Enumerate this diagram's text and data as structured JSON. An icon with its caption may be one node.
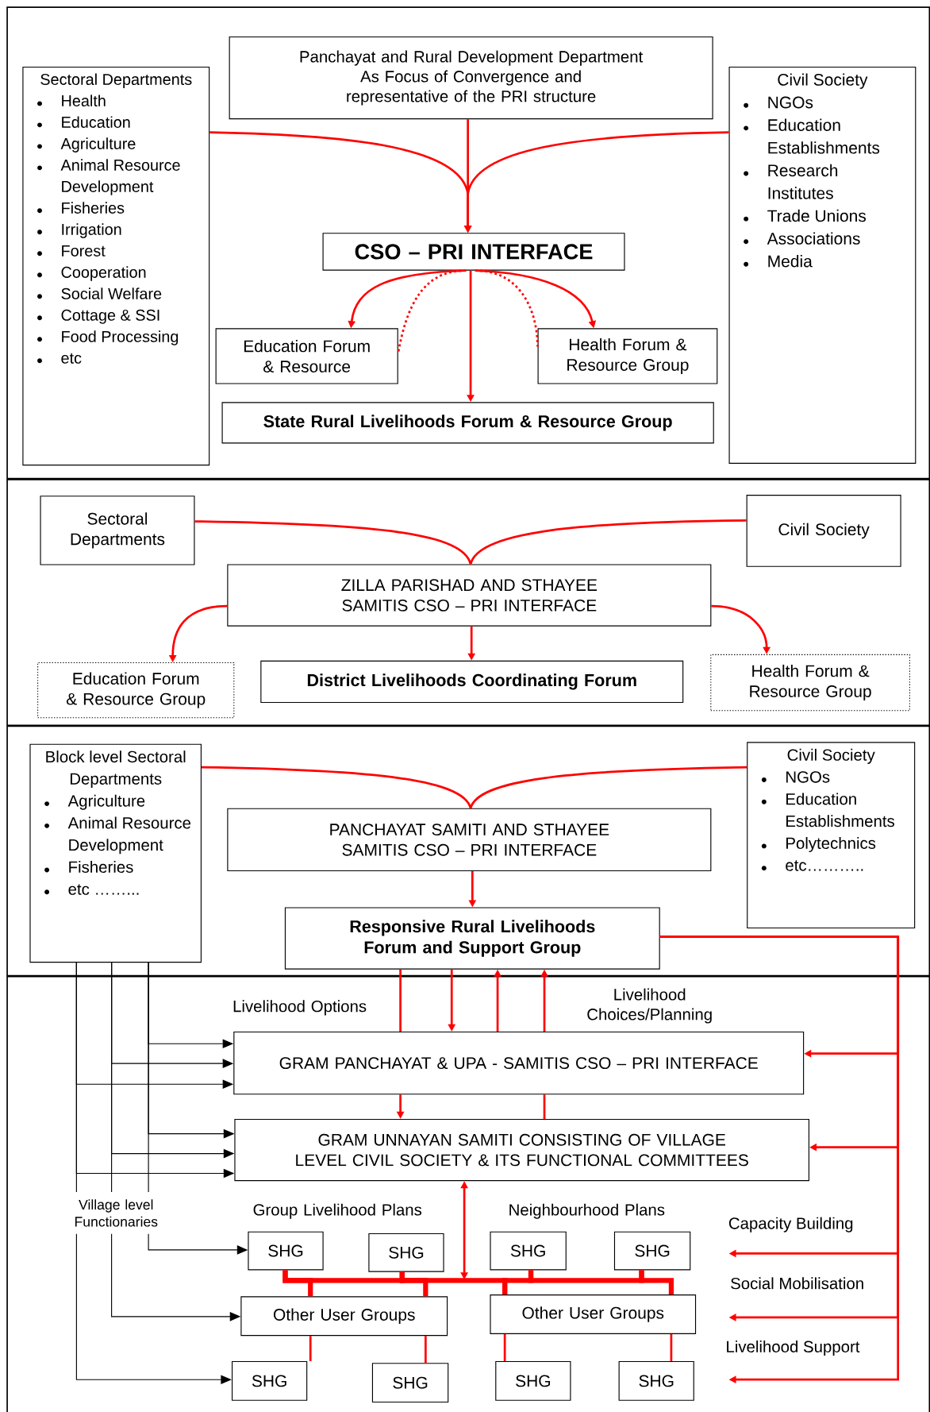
{
  "diagram": {
    "nodes": [
      {
        "text": [
          "Sectoral Departments",
          "Health",
          "Education",
          "Agriculture",
          "Animal Resource Development",
          "Fisheries",
          "Irrigation",
          "Forest",
          "Cooperation",
          "Social Welfare",
          "Cottage & SSI",
          "Food Processing",
          "etc"
        ]
      },
      {
        "text": [
          "Panchayat and Rural Development Department",
          "As Focus of Convergence and representative of the PRI structure"
        ]
      },
      {
        "text": [
          "Civil Society",
          "NGOs",
          "Education Establishments",
          "Research Institutes",
          "Trade Unions",
          "Associations",
          "Media"
        ]
      },
      {
        "text": [
          "CSO – PRI INTERFACE"
        ]
      },
      {
        "text": [
          "Education Forum & Resource"
        ]
      },
      {
        "text": [
          "Health Forum & Resource Group"
        ]
      },
      {
        "text": [
          "State Rural Livelihoods Forum & Resource Group"
        ]
      },
      {
        "text": [
          "Sectoral Departments"
        ]
      },
      {
        "text": [
          "Civil Society"
        ]
      },
      {
        "text": [
          "ZILLA PARISHAD AND STHAYEE SAMITIS CSO – PRI INTERFACE"
        ]
      },
      {
        "text": [
          "Education Forum & Resource Group"
        ]
      },
      {
        "text": [
          "District Livelihoods Coordinating Forum"
        ]
      },
      {
        "text": [
          "Health Forum & Resource Group"
        ]
      },
      {
        "text": [
          "Block level Sectoral Departments",
          "Agriculture",
          "Animal Resource Development",
          "Fisheries",
          "etc ……..."
        ]
      },
      {
        "text": [
          "Civil Society",
          "NGOs",
          "Education Establishments",
          "Polytechnics",
          "etc……….."
        ]
      },
      {
        "text": [
          "PANCHAYAT SAMITI AND STHAYEE SAMITIS CSO – PRI INTERFACE"
        ]
      },
      {
        "text": [
          "Responsive Rural Livelihoods Forum and Support Group"
        ]
      },
      {
        "text": [
          "GRAM PANCHAYAT & UPA - SAMITIS CSO – PRI INTERFACE"
        ]
      },
      {
        "text": [
          "GRAM UNNAYAN SAMITI CONSISTING OF VILLAGE LEVEL CIVIL SOCIETY & ITS FUNCTIONAL COMMITTEES"
        ]
      },
      {
        "text": [
          "SHG"
        ]
      },
      {
        "text": [
          "SHG"
        ]
      },
      {
        "text": [
          "SHG"
        ]
      },
      {
        "text": [
          "SHG"
        ]
      },
      {
        "text": [
          "Other User Groups"
        ]
      },
      {
        "text": [
          "Other User Groups"
        ]
      },
      {
        "text": [
          "SHG"
        ]
      },
      {
        "text": [
          "SHG"
        ]
      },
      {
        "text": [
          "SHG"
        ]
      },
      {
        "text": [
          "SHG"
        ]
      },
      {
        "text": [
          "Village level Functionaries"
        ]
      }
    ],
    "edges": [
      {
        "from": 0,
        "to": 3,
        "arrow": "to"
      },
      {
        "from": 1,
        "to": 3,
        "arrow": "to"
      },
      {
        "from": 2,
        "to": 3,
        "arrow": "to"
      },
      {
        "from": 3,
        "to": 4,
        "arrow": "to"
      },
      {
        "from": 3,
        "to": 5,
        "arrow": "to"
      },
      {
        "from": 3,
        "to": 6,
        "arrow": "to"
      },
      {
        "from": 3,
        "to": 4,
        "arrow": "none",
        "style": "dashed"
      },
      {
        "from": 3,
        "to": 5,
        "arrow": "none",
        "style": "dashed"
      },
      {
        "from": 7,
        "to": 9,
        "arrow": "none"
      },
      {
        "from": 8,
        "to": 9,
        "arrow": "none"
      },
      {
        "from": 9,
        "to": 10,
        "arrow": "to"
      },
      {
        "from": 9,
        "to": 11,
        "arrow": "to"
      },
      {
        "from": 9,
        "to": 12,
        "arrow": "to"
      },
      {
        "from": 13,
        "to": 15,
        "arrow": "none"
      },
      {
        "from": 14,
        "to": 15,
        "arrow": "none"
      },
      {
        "from": 15,
        "to": 16,
        "arrow": "to"
      },
      {
        "from": 16,
        "to": 17,
        "arrow": "none"
      },
      {
        "from": 16,
        "to": 17,
        "arrow": "to"
      },
      {
        "from": 17,
        "to": 16,
        "arrow": "to"
      },
      {
        "from": 17,
        "to": 16,
        "arrow": "to"
      },
      {
        "from": 17,
        "to": 18,
        "arrow": "to"
      },
      {
        "from": 18,
        "to": 17,
        "arrow": "none"
      },
      {
        "from": 16,
        "to": 17,
        "arrow": "to"
      },
      {
        "from": 16,
        "to": 18,
        "arrow": "to"
      },
      {
        "from": 16,
        "to": null,
        "arrow": "to",
        "label": "Capacity Building"
      },
      {
        "from": 16,
        "to": null,
        "arrow": "to",
        "label": "Social Mobilisation"
      },
      {
        "from": 16,
        "to": null,
        "arrow": "to",
        "label": "Livelihood Support"
      },
      {
        "from": 18,
        "to": null,
        "arrow": "both"
      },
      {
        "from": 19,
        "to": 23,
        "arrow": "none",
        "style": "thick"
      },
      {
        "from": 19,
        "to": 20,
        "arrow": "none",
        "style": "thick"
      },
      {
        "from": 20,
        "to": 23,
        "arrow": "none",
        "style": "thick"
      },
      {
        "from": 20,
        "to": 24,
        "arrow": "none",
        "style": "thick"
      },
      {
        "from": 21,
        "to": 24,
        "arrow": "none",
        "style": "thick"
      },
      {
        "from": 21,
        "to": 22,
        "arrow": "none",
        "style": "thick"
      },
      {
        "from": 22,
        "to": 24,
        "arrow": "none",
        "style": "thick"
      },
      {
        "from": 23,
        "to": 25,
        "arrow": "none"
      },
      {
        "from": 23,
        "to": 26,
        "arrow": "none"
      },
      {
        "from": 24,
        "to": 27,
        "arrow": "none"
      },
      {
        "from": 24,
        "to": 28,
        "arrow": "none"
      },
      {
        "from": 13,
        "to": 17,
        "arrow": "to",
        "color": "#000000"
      },
      {
        "from": 13,
        "to": 17,
        "arrow": "to",
        "color": "#000000"
      },
      {
        "from": 13,
        "to": 17,
        "arrow": "to",
        "color": "#000000"
      },
      {
        "from": 13,
        "to": 18,
        "arrow": "to",
        "color": "#000000"
      },
      {
        "from": 13,
        "to": 18,
        "arrow": "to",
        "color": "#000000"
      },
      {
        "from": 13,
        "to": 18,
        "arrow": "to",
        "color": "#000000"
      },
      {
        "from": 13,
        "to": 29,
        "arrow": "none",
        "color": "#000000"
      },
      {
        "from": 13,
        "to": 29,
        "arrow": "none",
        "color": "#000000"
      },
      {
        "from": 13,
        "to": 29,
        "arrow": "none",
        "color": "#000000"
      },
      {
        "from": 29,
        "to": 19,
        "arrow": "to",
        "color": "#000000"
      },
      {
        "from": 29,
        "to": 23,
        "arrow": "to",
        "color": "#000000"
      },
      {
        "from": 29,
        "to": 25,
        "arrow": "to",
        "color": "#000000"
      }
    ],
    "labels": [
      "Livelihood Options",
      "Livelihood Choices/Planning",
      "Group Livelihood Plans",
      "Neighbourhood Plans"
    ]
  }
}
